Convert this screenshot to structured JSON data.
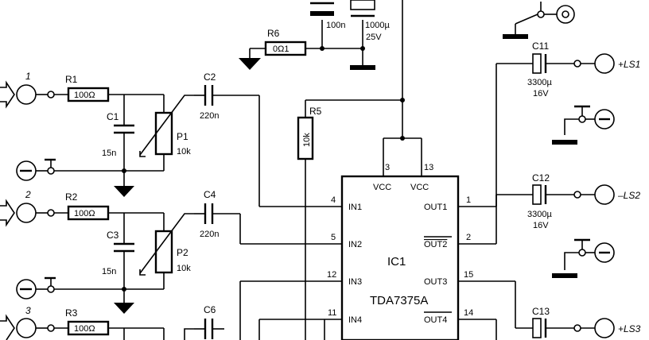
{
  "resistors": [
    {
      "ref": "R1",
      "value": "100Ω"
    },
    {
      "ref": "R2",
      "value": "100Ω"
    },
    {
      "ref": "R3",
      "value": "100Ω"
    },
    {
      "ref": "R5",
      "value": "10k"
    },
    {
      "ref": "R6",
      "value": "0Ω1"
    }
  ],
  "capacitors": [
    {
      "ref": "C1",
      "value": "15n"
    },
    {
      "ref": "C2",
      "value": "220n"
    },
    {
      "ref": "C3",
      "value": "15n"
    },
    {
      "ref": "C4",
      "value": "220n"
    },
    {
      "ref": "C6",
      "value": ""
    },
    {
      "ref": "C11",
      "value": "3300µ",
      "voltage": "16V"
    },
    {
      "ref": "C12",
      "value": "3300µ",
      "voltage": "16V"
    },
    {
      "ref": "C13",
      "value": ""
    }
  ],
  "supply_caps": {
    "c_small": "100n",
    "c_big": "1000µ",
    "c_big_voltage": "25V"
  },
  "pots": [
    {
      "ref": "P1",
      "value": "10k"
    },
    {
      "ref": "P2",
      "value": "10k"
    }
  ],
  "inputs": [
    "1",
    "2",
    "3"
  ],
  "outputs": [
    "+LS1",
    "–LS2",
    "+LS3"
  ],
  "ic": {
    "ref": "IC1",
    "part": "TDA7375A",
    "vcc1": "VCC",
    "vcc2": "VCC",
    "pin_vcc1": "3",
    "pin_vcc2": "13",
    "in1": "IN1",
    "in2": "IN2",
    "in3": "IN3",
    "in4": "IN4",
    "out1": "OUT1",
    "out2": "OUT2",
    "out3": "OUT3",
    "out4": "OUT4",
    "pin_in1": "4",
    "pin_in2": "5",
    "pin_in3": "12",
    "pin_in4": "11",
    "pin_out1": "1",
    "pin_out2": "2",
    "pin_out3": "15",
    "pin_out4": "14"
  }
}
